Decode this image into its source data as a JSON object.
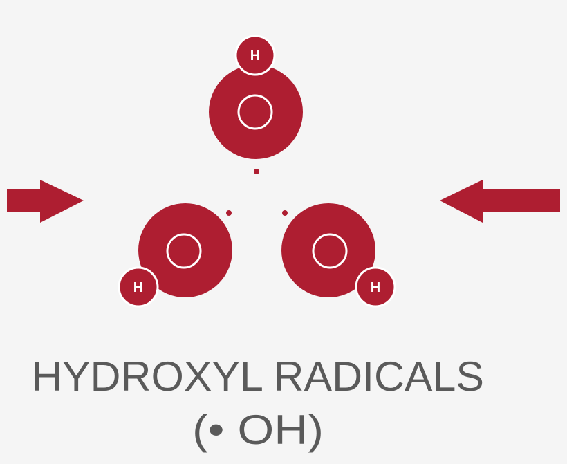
{
  "colors": {
    "molecule": "#ae1e31",
    "text": "#5a5a5a",
    "background": "#f5f5f5",
    "outline": "#ffffff"
  },
  "molecules": [
    {
      "oxygen": "O",
      "hydrogen": "H"
    },
    {
      "oxygen": "O",
      "hydrogen": "H"
    },
    {
      "oxygen": "O",
      "hydrogen": "H"
    }
  ],
  "arrows": [
    {
      "direction": "right"
    },
    {
      "direction": "left"
    }
  ],
  "title": "HYDROXYL RADICALS",
  "formula": "(• OH)"
}
